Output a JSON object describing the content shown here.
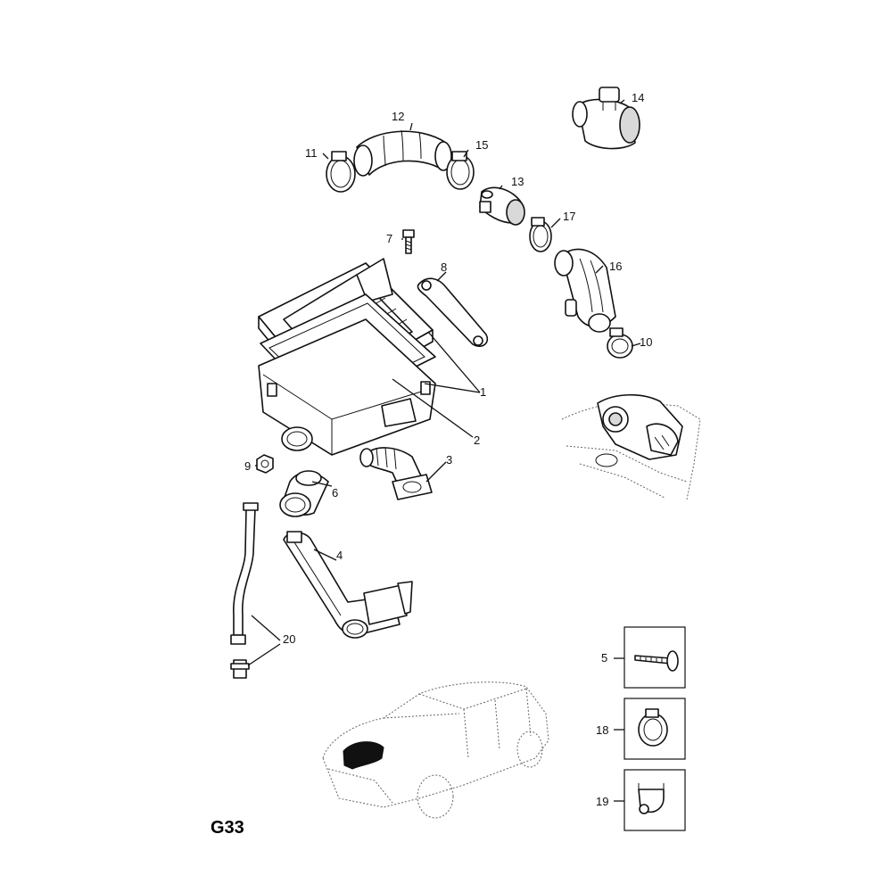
{
  "diagram_code": "G33",
  "parts": {
    "p1": "1",
    "p2": "2",
    "p3": "3",
    "p4": "4",
    "p5": "5",
    "p6": "6",
    "p7": "7",
    "p8": "8",
    "p9": "9",
    "p10": "10",
    "p11": "11",
    "p12": "12",
    "p13": "13",
    "p14": "14",
    "p15": "15",
    "p16": "16",
    "p17": "17",
    "p18": "18",
    "p19": "19",
    "p20": "20"
  }
}
